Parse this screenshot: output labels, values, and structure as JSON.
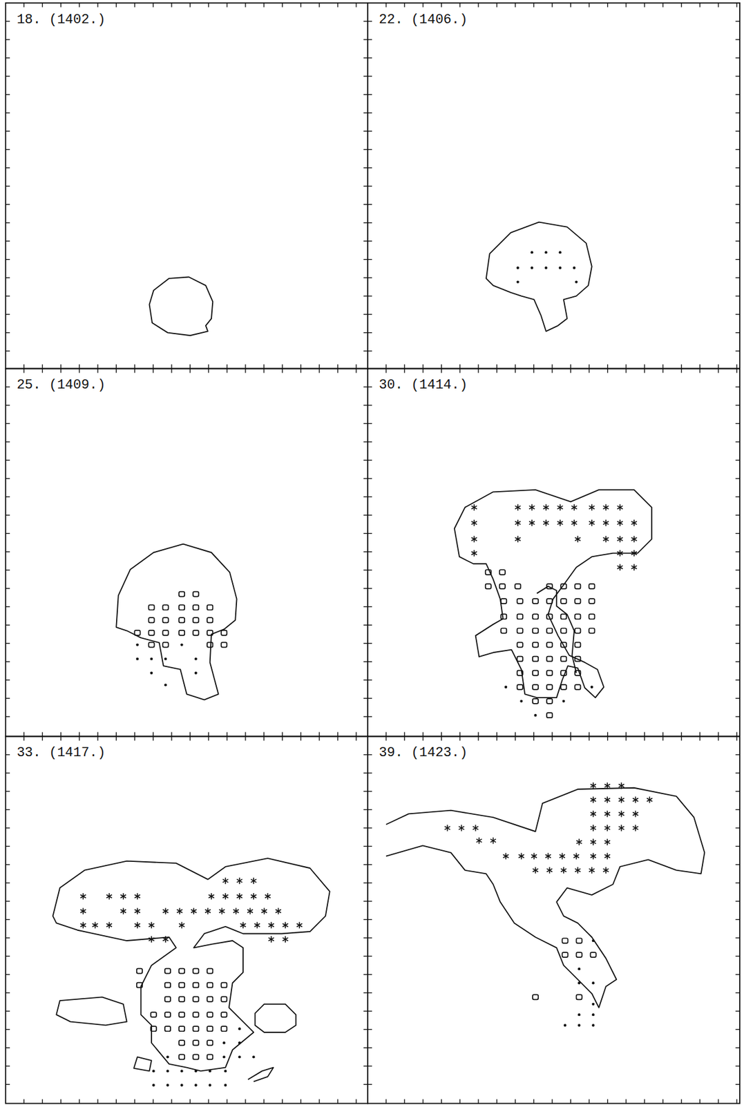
{
  "diagram": {
    "labels": [
      "18. (1402.)",
      "22. (1406.)",
      "25. (1409.)",
      "30. (1414.)",
      "33. (1417.)",
      "39. (1423.)"
    ]
  }
}
